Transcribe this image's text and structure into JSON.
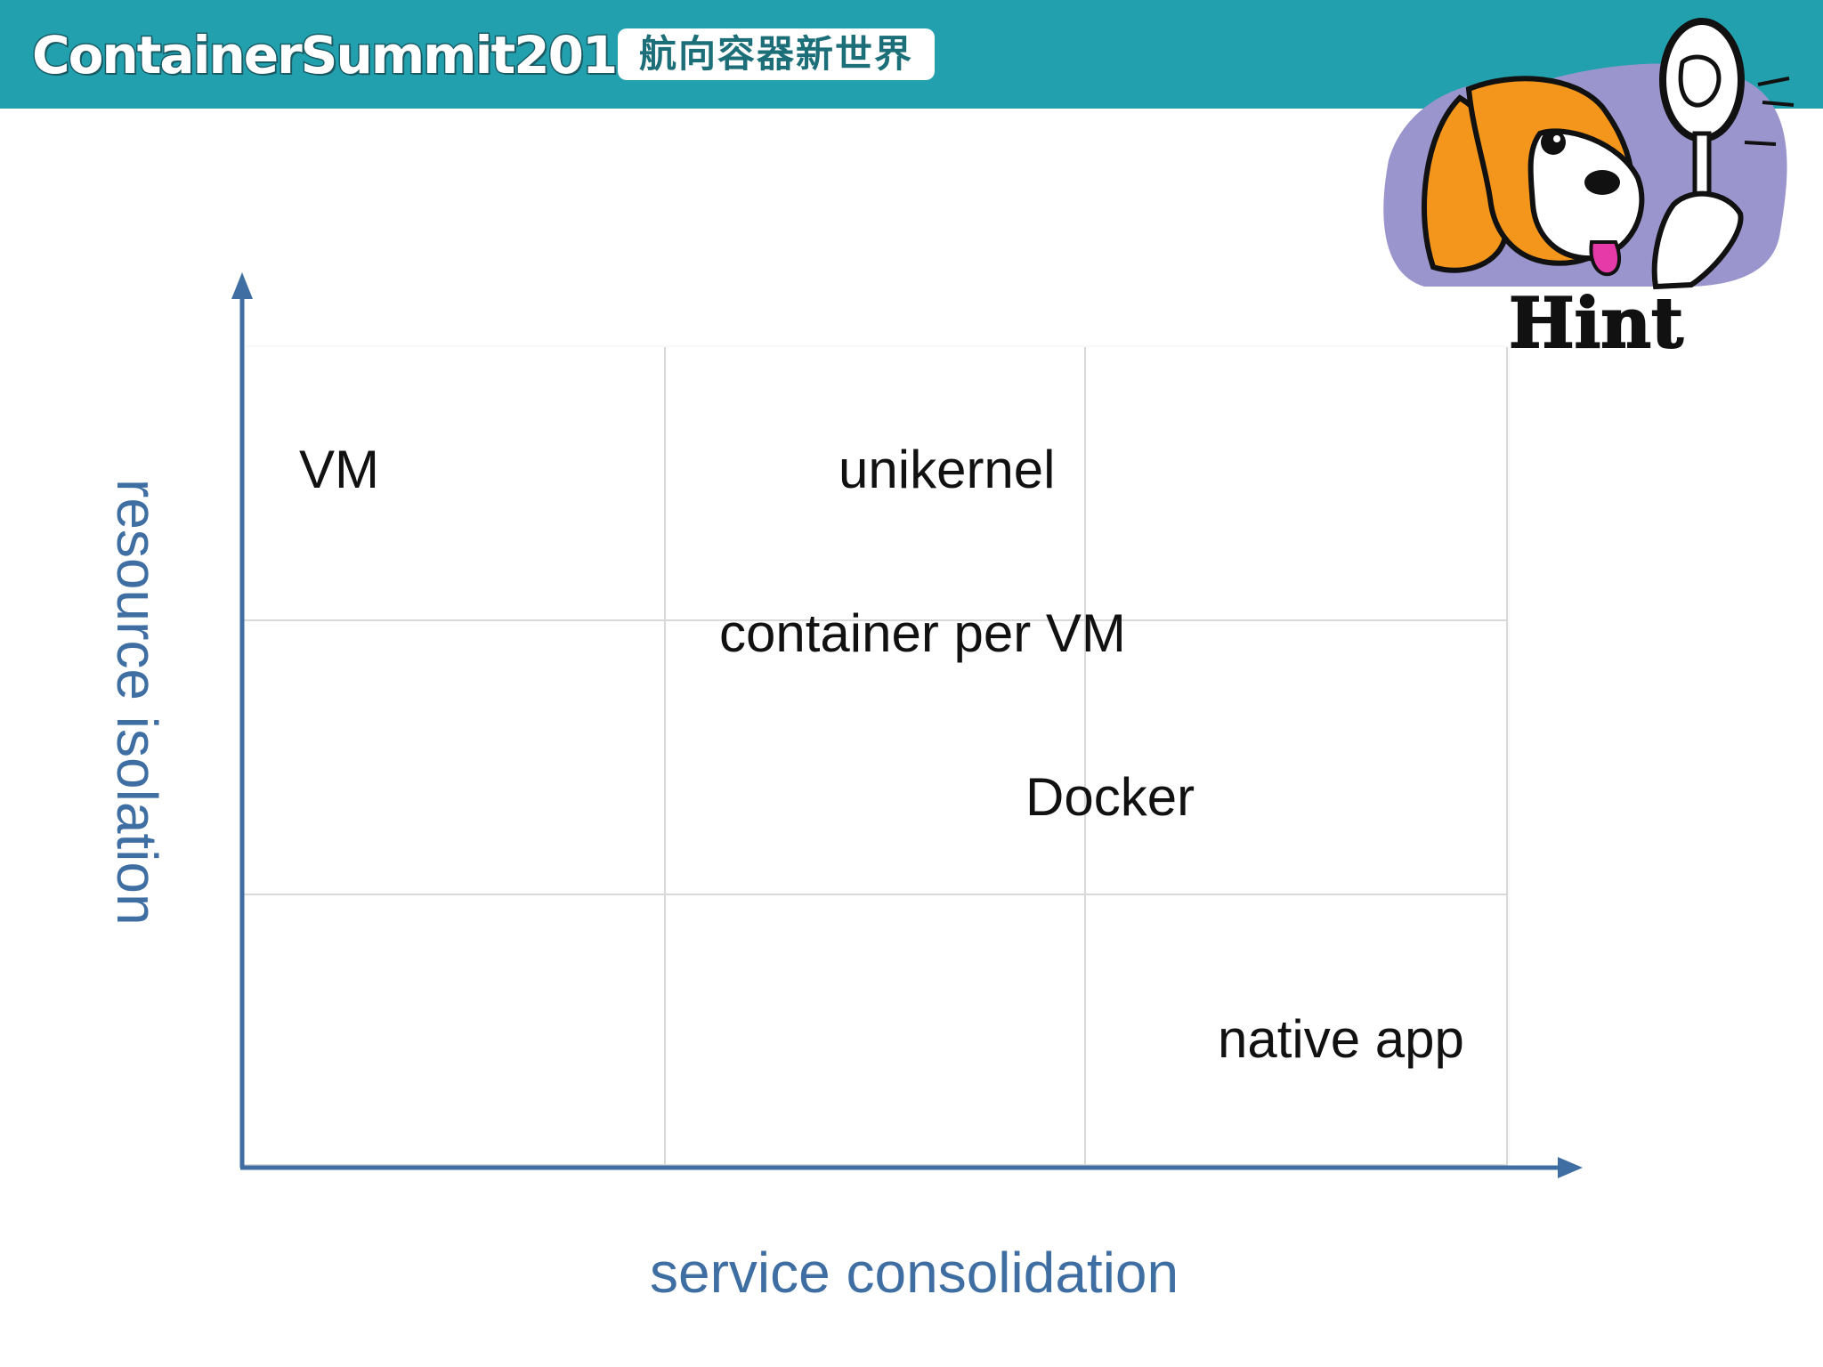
{
  "header": {
    "brand": "ContainerSummit2015",
    "tagline": "航向容器新世界"
  },
  "diagram": {
    "y_axis_label": "resource isolation",
    "x_axis_label": "service consolidation",
    "items": {
      "vm": "VM",
      "unikernel": "unikernel",
      "container_per_vm": "container per VM",
      "docker": "Docker",
      "native_app": "native app"
    }
  },
  "hint": {
    "label": "Hint"
  },
  "colors": {
    "header": "#22a0ae",
    "axis": "#3f6ea3",
    "grid": "#d9d9d9",
    "text": "#111111"
  }
}
